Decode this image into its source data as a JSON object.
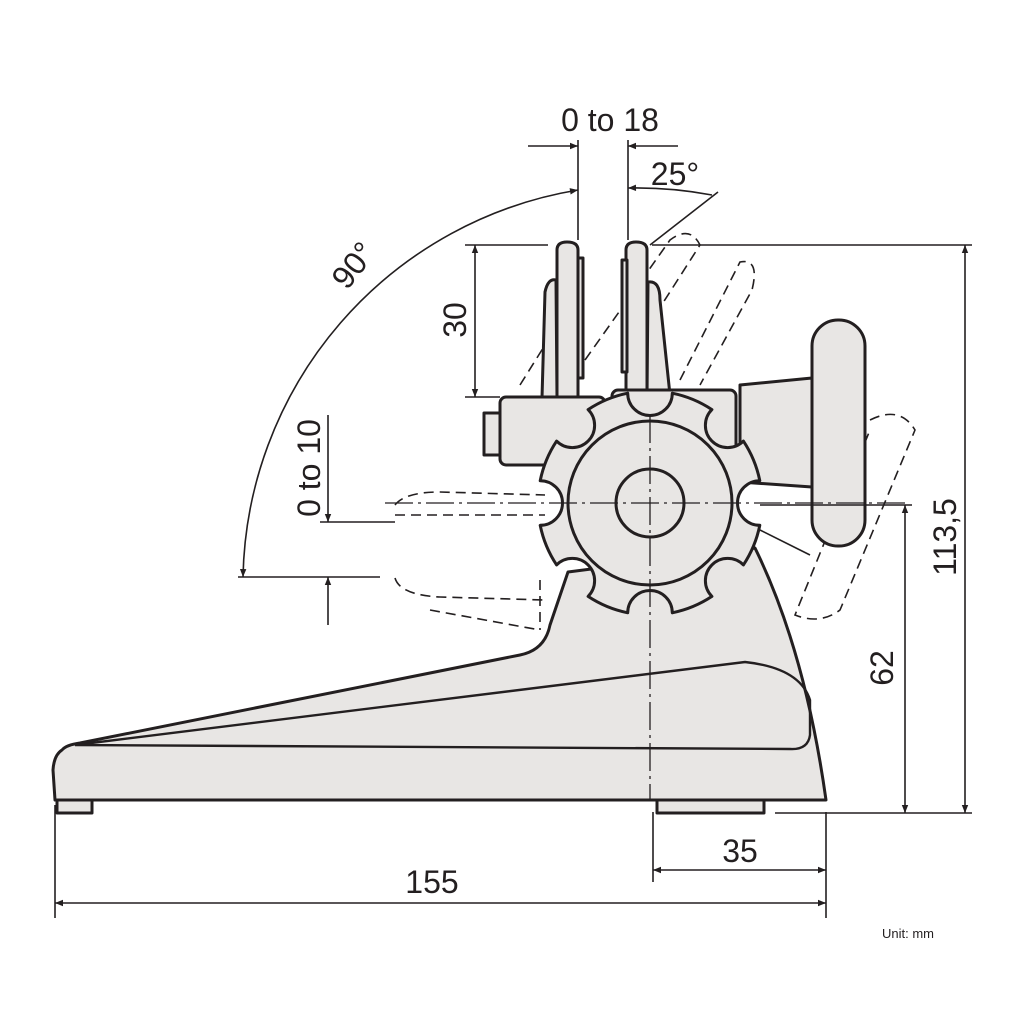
{
  "drawing": {
    "dimensions": {
      "jaw_opening": "0 to 18",
      "tilt_small": "25°",
      "tilt_large": "90°",
      "jaw_height": "30",
      "vertical_offset": "0 to 10",
      "total_height": "113,5",
      "center_height": "62",
      "foot_offset": "35",
      "base_length": "155"
    },
    "unit_note": "Unit: mm",
    "colors": {
      "fill": "#e8e6e4",
      "stroke": "#231f20"
    }
  }
}
